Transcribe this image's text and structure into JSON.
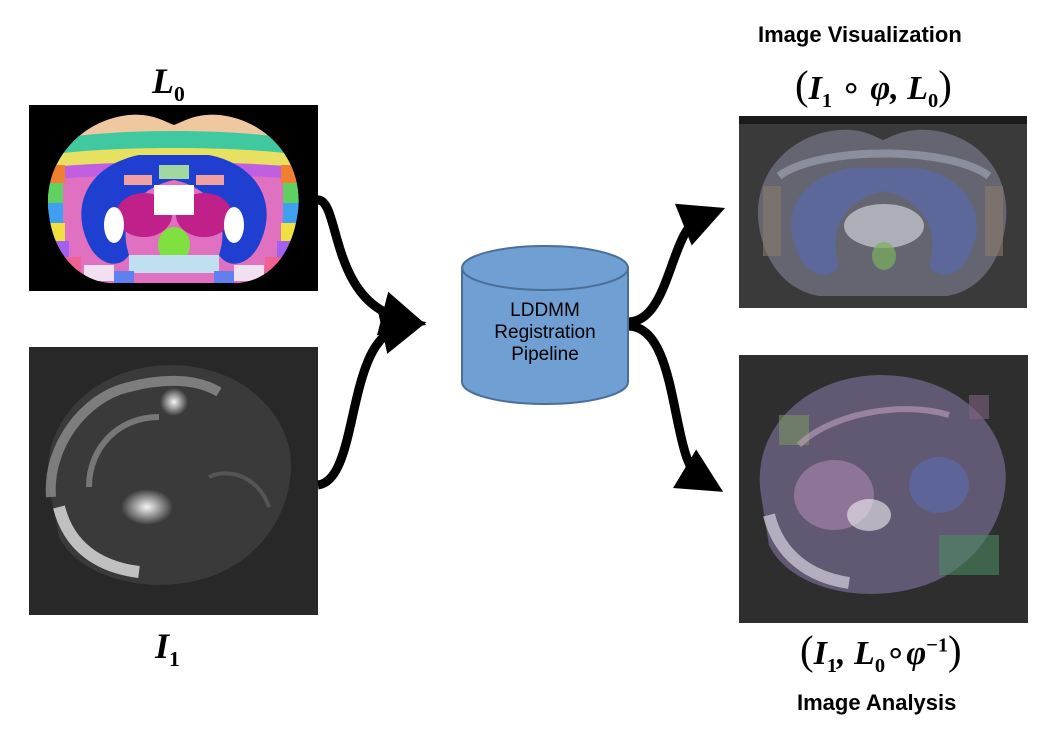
{
  "inputs": {
    "label_atlas": {
      "symbol": "L",
      "subscript": "0"
    },
    "image": {
      "symbol": "I",
      "subscript": "1"
    }
  },
  "pipeline": {
    "lines": [
      "LDDMM",
      "Registration",
      "Pipeline"
    ],
    "fill_color": "#6f9fd3",
    "stroke_color": "#4a6f99"
  },
  "outputs": {
    "visualization": {
      "title": "Image Visualization",
      "formula": {
        "open": "(",
        "a": "I",
        "a_sub": "1",
        "op": "∘",
        "b": "φ",
        "sep": ",",
        "c": "L",
        "c_sub": "0",
        "close": ")"
      }
    },
    "analysis": {
      "title": "Image Analysis",
      "formula": {
        "open": "(",
        "a": "I",
        "a_sub": "1",
        "sep": ",",
        "b": "L",
        "b_sub": "0",
        "op": "∘",
        "c": "φ",
        "c_sup": "−1",
        "close": ")"
      }
    }
  },
  "colors": {
    "arrow": "#000000",
    "atlas_background": "#000000",
    "image_background": "#2a2a2a",
    "overlay_background": "#3a3a3a"
  }
}
